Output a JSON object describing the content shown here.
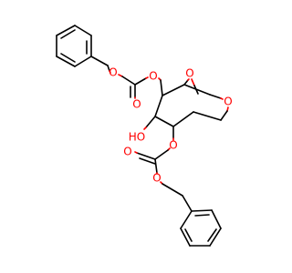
{
  "molecule": {
    "labels": {
      "o_bridge": "O",
      "o_ring": "O",
      "o_ester_upper": "O",
      "o_carbonyl_upper": "O",
      "o_benzyl_upper": "O",
      "o_hydroxyl": "HO",
      "o_ester_lower": "O",
      "o_carbonyl_lower": "O",
      "o_benzyl_lower": "O"
    },
    "colors": {
      "bond": "#000000",
      "oxygen": "#ff0000"
    }
  }
}
